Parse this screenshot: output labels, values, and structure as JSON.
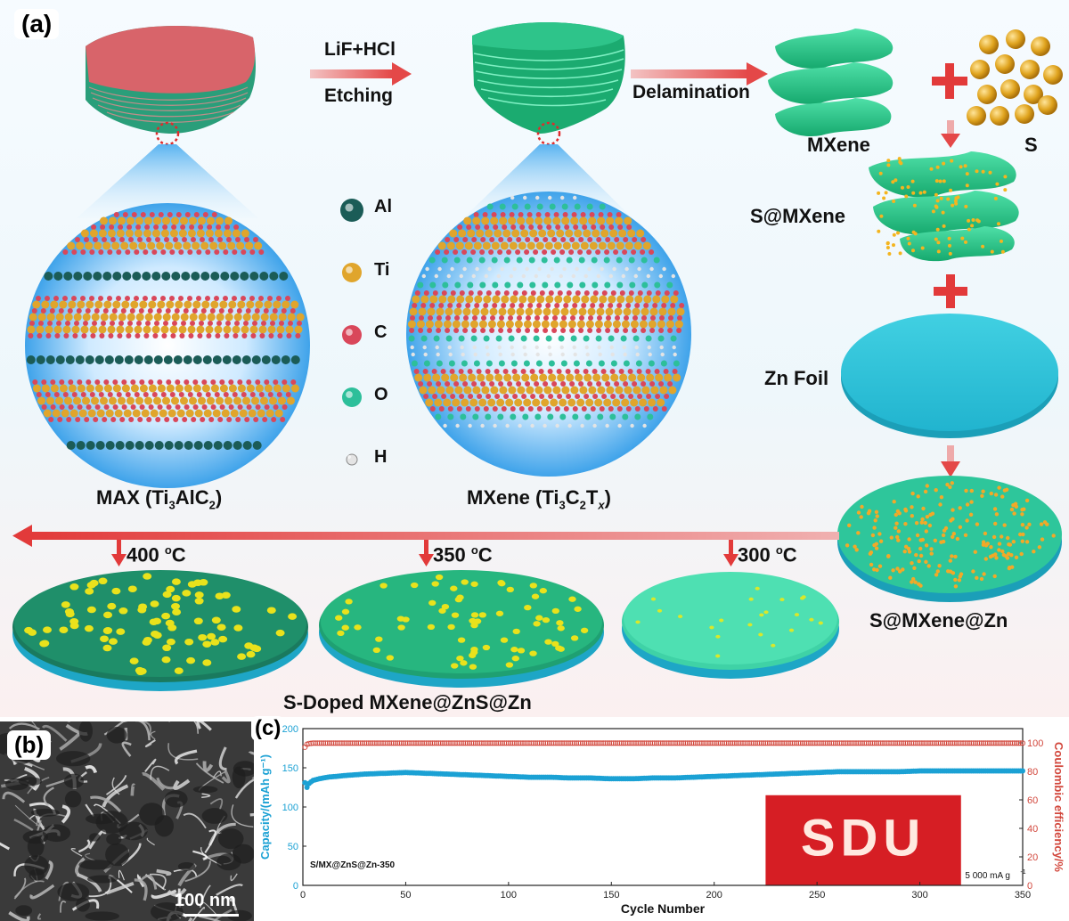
{
  "panel_a": {
    "tag": "(a)",
    "etch_reagent": "LiF+HCl",
    "etch_label": "Etching",
    "delamination_label": "Delamination",
    "mxene_label": "MXene",
    "sulfur_label": "S",
    "s_mxene_label": "S@MXene",
    "zn_foil_label": "Zn Foil",
    "s_mxene_zn_label": "S@MXene@Zn",
    "max_label": {
      "prefix": "MAX (Ti",
      "s1": "3",
      "mid": "AlC",
      "s2": "2",
      "suffix": ")"
    },
    "mxene_formula": {
      "prefix": "MXene (Ti",
      "s1": "3",
      "mid": "C",
      "s2": "2",
      "mid2": "T",
      "s3": "x",
      "suffix": ")"
    },
    "legend": [
      {
        "label": "Al",
        "color": "#1b5c57"
      },
      {
        "label": "Ti",
        "color": "#e0a52c"
      },
      {
        "label": "C",
        "color": "#d9475a"
      },
      {
        "label": "O",
        "color": "#2dbf9a"
      },
      {
        "label": "H",
        "color": "#e4e4e4"
      }
    ],
    "temperatures": [
      {
        "value": "400",
        "sup": "o",
        "unit": "C"
      },
      {
        "value": "350",
        "sup": "o",
        "unit": "C"
      },
      {
        "value": "300",
        "sup": "o",
        "unit": "C"
      }
    ],
    "product_label": "S-Doped MXene@ZnS@Zn"
  },
  "panel_b": {
    "tag": "(b)",
    "scale_bar": "100 nm"
  },
  "panel_c": {
    "tag": "(c)",
    "inset_label": "S/MX@ZnS@Zn-350",
    "current_density": "5 000 mA g",
    "current_density_sup": "-1",
    "photo_text": "SDU",
    "colors": {
      "capacity": "#1ba1d4",
      "efficiency": "#d2473c"
    },
    "chart_data": {
      "type": "scatter",
      "xlabel": "Cycle Number",
      "ylabel": "Capacity/(mAh g⁻¹)",
      "y2label": "Coulombic efficiency/%",
      "xlim": [
        0,
        350
      ],
      "ylim": [
        0,
        200
      ],
      "y2lim": [
        0,
        110
      ],
      "xticks": [
        0,
        50,
        100,
        150,
        200,
        250,
        300,
        350
      ],
      "yticks": [
        0,
        50,
        100,
        150,
        200
      ],
      "y2ticks": [
        0,
        20,
        40,
        60,
        80,
        100
      ],
      "series": [
        {
          "axis": "left",
          "x": [
            1,
            2,
            3,
            5,
            8,
            12,
            20,
            30,
            40,
            50,
            60,
            70,
            80,
            90,
            100,
            110,
            120,
            130,
            140,
            150,
            160,
            170,
            180,
            190,
            200,
            210,
            220,
            230,
            240,
            250,
            260,
            270,
            280,
            290,
            300,
            310,
            320,
            330,
            340,
            350
          ],
          "y": [
            131,
            125,
            130,
            134,
            136,
            138,
            140,
            142,
            143,
            144,
            143,
            142,
            141,
            140,
            139,
            138,
            138,
            137,
            137,
            136,
            136,
            137,
            137,
            138,
            139,
            140,
            141,
            142,
            143,
            144,
            145,
            145,
            145,
            145,
            146,
            146,
            146,
            146,
            146,
            146
          ]
        },
        {
          "axis": "right",
          "x": [
            1,
            2,
            3,
            5,
            10,
            20,
            30,
            40,
            50,
            75,
            100,
            125,
            150,
            175,
            200,
            225,
            250,
            275,
            300,
            325,
            350
          ],
          "y": [
            97,
            99,
            99.5,
            99.8,
            99.8,
            99.8,
            99.8,
            99.8,
            99.8,
            99.8,
            99.8,
            99.8,
            99.8,
            99.8,
            99.8,
            99.8,
            99.8,
            99.8,
            99.8,
            99.8,
            99.8
          ]
        }
      ]
    }
  }
}
